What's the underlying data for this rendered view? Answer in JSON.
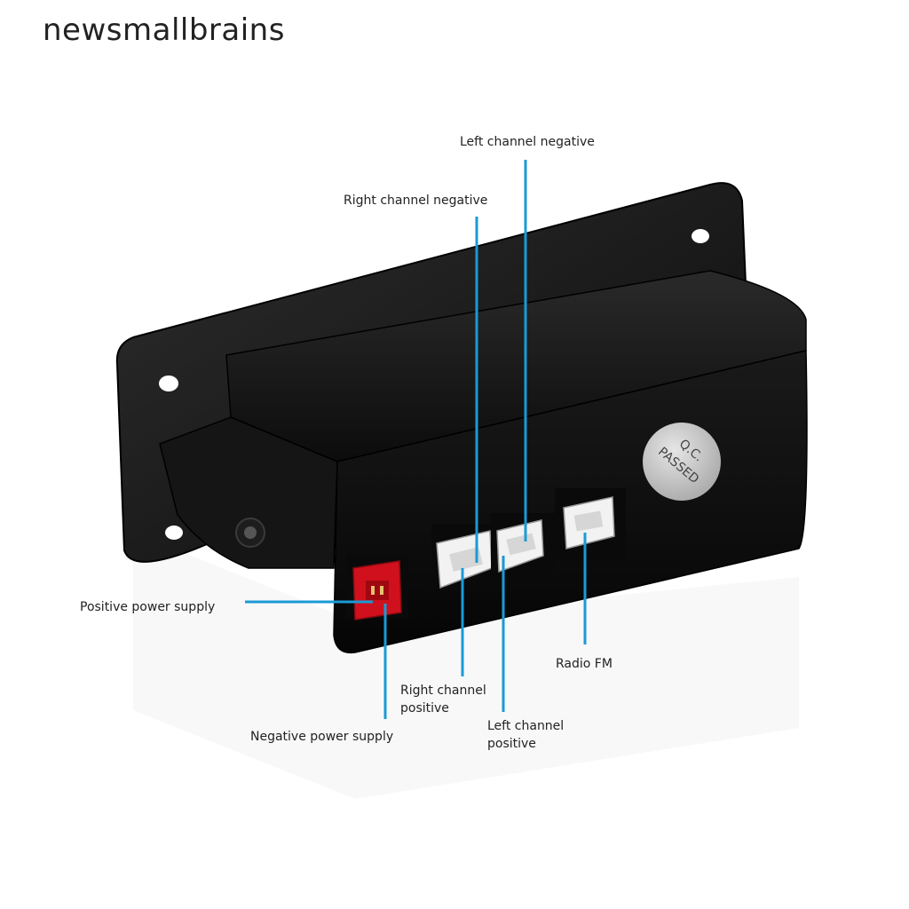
{
  "watermark": "newsmallbrains",
  "product": {
    "badge_line1": "Q.C.",
    "badge_line2": "PASSED"
  },
  "labels": {
    "left_channel_negative": "Left channel negative",
    "right_channel_negative": "Right channel negative",
    "positive_power_supply": "Positive power supply",
    "negative_power_supply": "Negative power supply",
    "right_channel_positive_1": "Right channel",
    "right_channel_positive_2": "positive",
    "left_channel_positive_1": "Left channel",
    "left_channel_positive_2": "positive",
    "radio_fm": "Radio FM"
  },
  "colors": {
    "leader_line": "#1a9ad6",
    "body": "#111111",
    "connector_red": "#d0101c",
    "connector_white": "#f2f2f2",
    "badge": "#c8c8c8"
  }
}
